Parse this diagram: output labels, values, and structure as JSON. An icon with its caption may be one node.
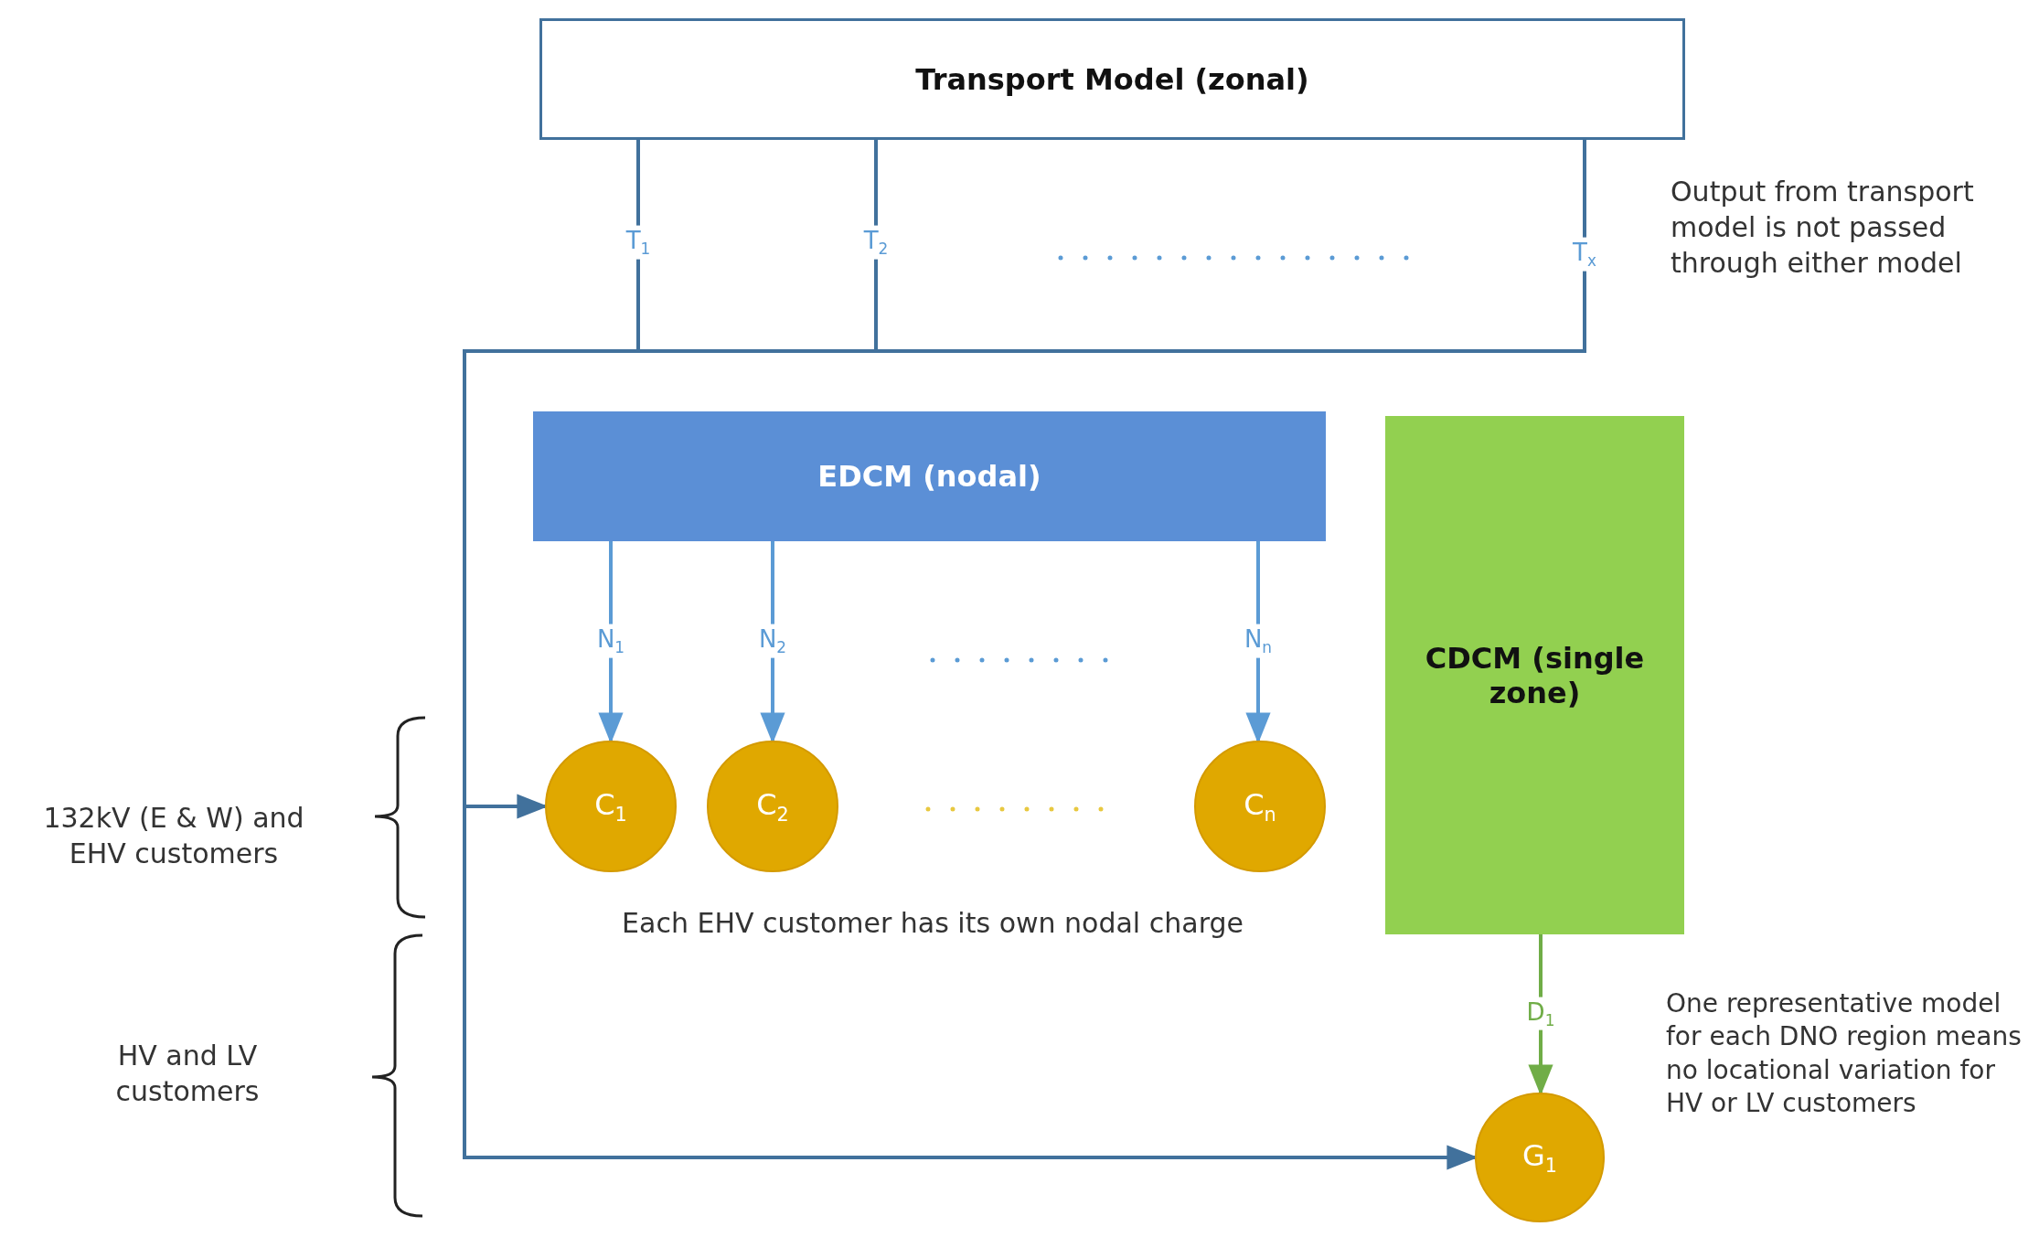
{
  "diagram": {
    "nodes": [
      {
        "text": [
          "Transport Model (zonal)"
        ]
      },
      {
        "text": [
          "EDCM (nodal)"
        ]
      },
      {
        "text": [
          "CDCM (single zone)"
        ]
      },
      {
        "text": [
          "C$_{1}$"
        ]
      },
      {
        "text": [
          "C$_{2}$"
        ]
      },
      {
        "text": [
          "C$_{n}$"
        ]
      },
      {
        "text": [
          "G$_{1}$"
        ]
      }
    ],
    "edges": [
      {
        "from": 0,
        "to": 3,
        "arrow": "to",
        "color": "#41719c"
      },
      {
        "from": 0,
        "to": 6,
        "arrow": "to",
        "color": "#41719c"
      },
      {
        "from": 1,
        "to": 3,
        "label": "N$_{1}$",
        "arrow": "to"
      },
      {
        "from": 1,
        "to": 4,
        "label": "N$_{2}$",
        "arrow": "to"
      },
      {
        "from": 1,
        "to": 5,
        "label": "N$_{n}$",
        "arrow": "to"
      },
      {
        "from": 2,
        "to": 6,
        "label": "D$_{1}$",
        "arrow": "to",
        "color": "#70ad47"
      }
    ],
    "labels": [
      "T$_{1}$",
      "T$_{2}$",
      "T$_{x}$",
      "Output from transport model is not passed through either model",
      "Each EHV customer has its own nodal charge",
      "132kV (E & W) and EHV customers",
      "HV and LV customers",
      "One representative model for each DNO region means no locational variation for HV or LV customers"
    ]
  }
}
